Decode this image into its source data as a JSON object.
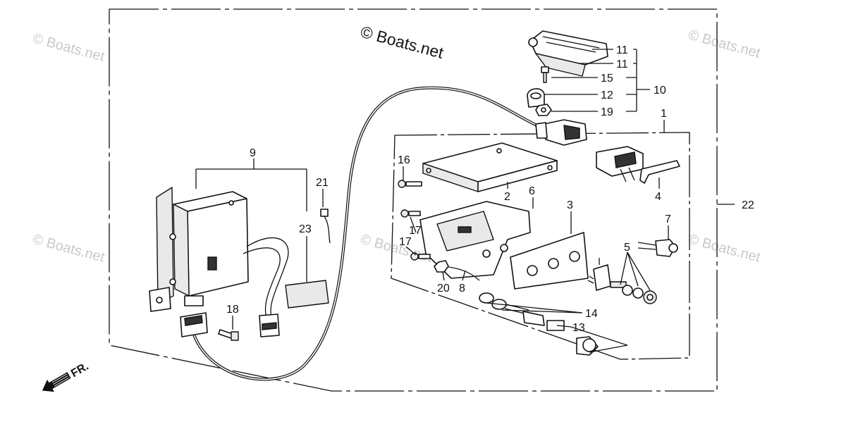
{
  "watermarks": {
    "main": "© Boats.net",
    "faint": "© Boats.net"
  },
  "front_indicator": "FR.",
  "callouts": {
    "c1": "1",
    "c2": "2",
    "c3": "3",
    "c4": "4",
    "c5": "5",
    "c6": "6",
    "c7": "7",
    "c8": "8",
    "c9": "9",
    "c10": "10",
    "c11a": "11",
    "c11b": "11",
    "c12": "12",
    "c13": "13",
    "c14": "14",
    "c15": "15",
    "c16": "16",
    "c17a": "17",
    "c17b": "17",
    "c18": "18",
    "c19": "19",
    "c20": "20",
    "c21": "21",
    "c22": "22",
    "c23": "23"
  },
  "colors": {
    "line": "#111111",
    "watermark": "#c9c9c9",
    "background": "#ffffff"
  }
}
